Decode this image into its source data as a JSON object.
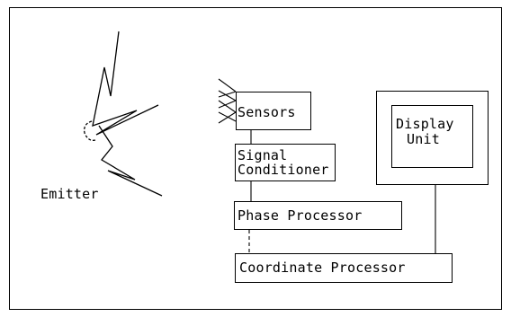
{
  "diagram": {
    "emitter_label": "Emitter",
    "sensors_label": "Sensors",
    "signal_conditioner_line1": "Signal",
    "signal_conditioner_line2": "Conditioner",
    "phase_processor_label": "Phase Processor",
    "coordinate_processor_label": "Coordinate Processor",
    "display_unit_line1": "Display",
    "display_unit_line2": "Unit"
  }
}
